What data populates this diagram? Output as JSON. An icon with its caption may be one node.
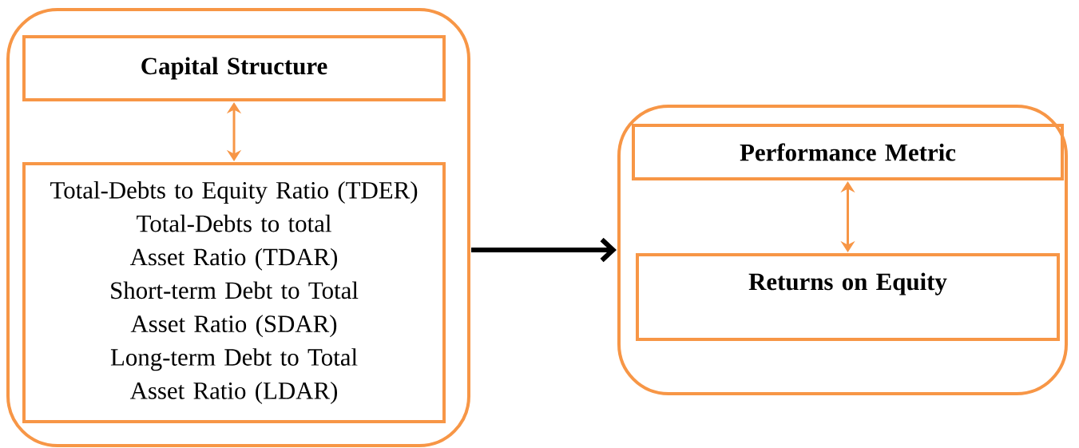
{
  "diagram": {
    "nodes": [
      {
        "text": [],
        "shape": "box"
      },
      {
        "text": [
          "Capital Structure"
        ],
        "in": 0
      },
      {
        "text": [
          "Total-Debts to Equity Ratio (TDER)",
          "Total-Debts to total Asset Ratio (TDAR)",
          "Short-term Debt to Total Asset Ratio (SDAR)",
          "Long-term Debt to Total Asset Ratio (LDAR)"
        ],
        "in": 0
      },
      {
        "text": [],
        "shape": "box"
      },
      {
        "text": [
          "Performance Metric"
        ],
        "in": 3
      },
      {
        "text": [
          "Returns on Equity"
        ],
        "in": 3
      }
    ],
    "edges": [
      {
        "from": 1,
        "to": 2,
        "arrow": "both"
      },
      {
        "from": 0,
        "to": 3,
        "arrow": "to",
        "style": "thick",
        "color": "#000000"
      },
      {
        "from": 4,
        "to": 5,
        "arrow": "both"
      }
    ]
  }
}
